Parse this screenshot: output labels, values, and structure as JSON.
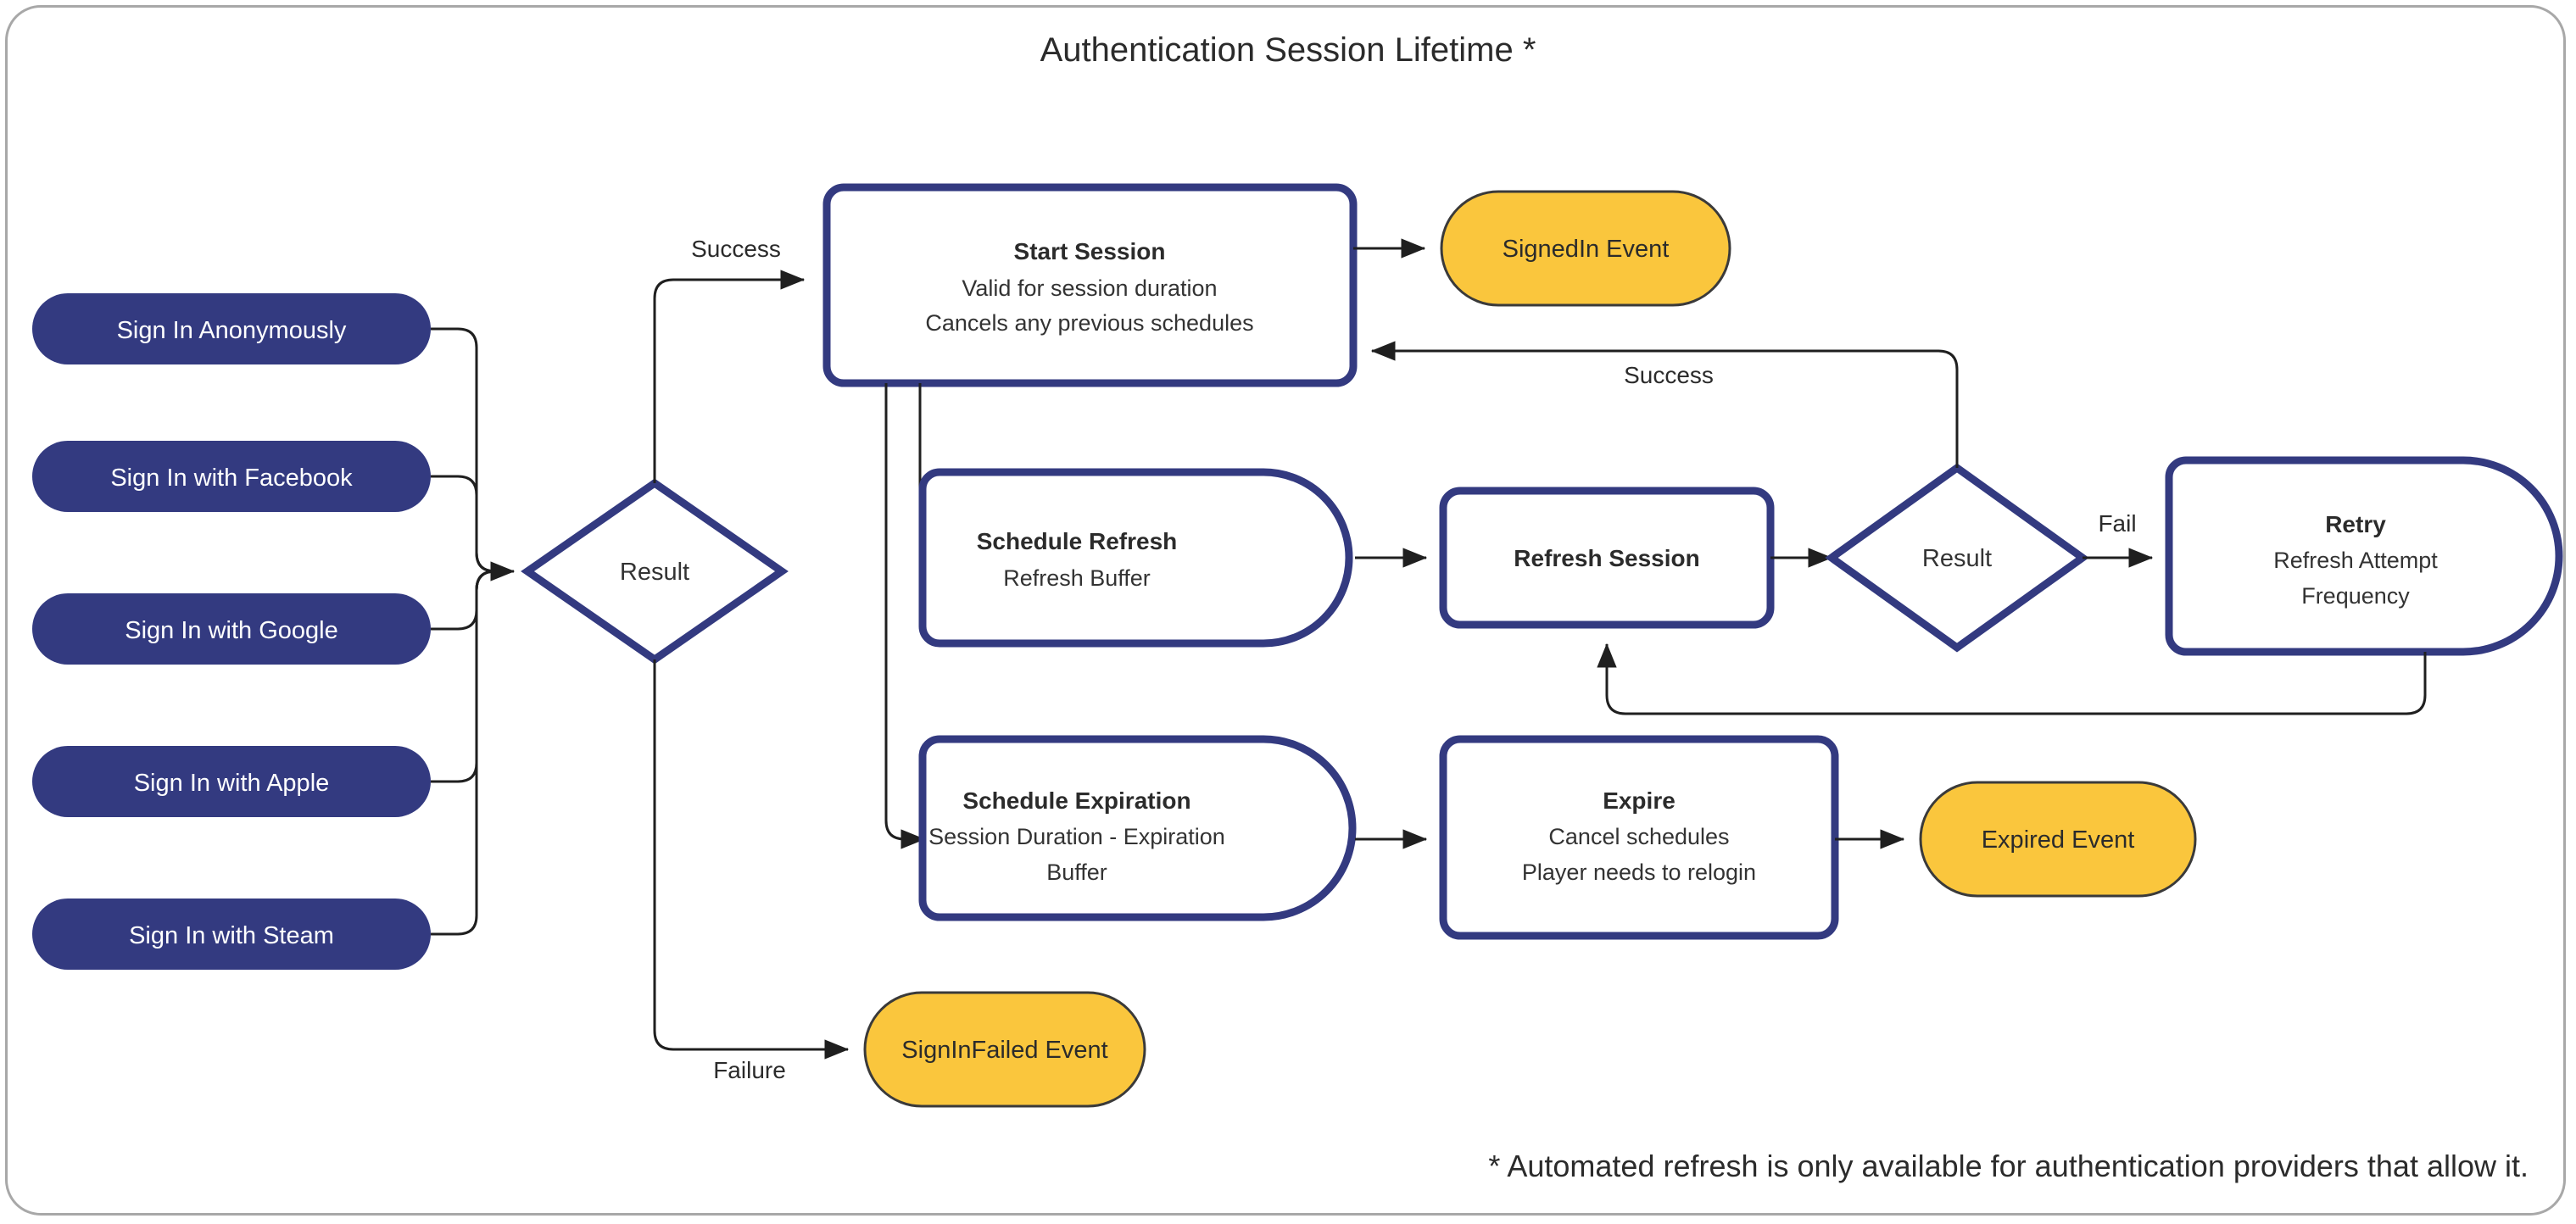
{
  "page": {
    "title": "Authentication Session Lifetime *",
    "footnote": "* Automated refresh is only available for authentication providers that allow it."
  },
  "colors": {
    "node_border": "#333a80",
    "pill_fill": "#333a80",
    "event_fill": "#fac63d",
    "event_border": "#3a3a3a",
    "edge": "#1f1f1f",
    "frame_border": "#a8a8a8",
    "background": "#ffffff"
  },
  "signin_methods": [
    {
      "label": "Sign In Anonymously"
    },
    {
      "label": "Sign In with Facebook"
    },
    {
      "label": "Sign In with Google"
    },
    {
      "label": "Sign In with Apple"
    },
    {
      "label": "Sign In with Steam"
    }
  ],
  "decisions": [
    {
      "id": "result-signin",
      "label": "Result"
    },
    {
      "id": "result-refresh",
      "label": "Result"
    }
  ],
  "process_nodes": [
    {
      "id": "start-session",
      "title": "Start Session",
      "lines": [
        "Valid for session duration",
        "Cancels any previous schedules"
      ],
      "shape": "rounded-rect"
    },
    {
      "id": "schedule-refresh",
      "title": "Schedule Refresh",
      "lines": [
        "Refresh Buffer"
      ],
      "shape": "delay"
    },
    {
      "id": "refresh-session",
      "title": "Refresh Session",
      "lines": [],
      "shape": "rounded-rect"
    },
    {
      "id": "retry",
      "title": "Retry",
      "lines": [
        "Refresh Attempt",
        "Frequency"
      ],
      "shape": "delay"
    },
    {
      "id": "schedule-expiration",
      "title": "Schedule Expiration",
      "lines": [
        "Session Duration - Expiration",
        "Buffer"
      ],
      "shape": "delay"
    },
    {
      "id": "expire",
      "title": "Expire",
      "lines": [
        "Cancel schedules",
        "Player needs to relogin"
      ],
      "shape": "rounded-rect"
    }
  ],
  "events": [
    {
      "id": "signedin-event",
      "label": "SignedIn Event"
    },
    {
      "id": "expired-event",
      "label": "Expired Event"
    },
    {
      "id": "signinfailed-event",
      "label": "SignInFailed Event"
    }
  ],
  "edge_labels": [
    {
      "id": "signin-success",
      "label": "Success"
    },
    {
      "id": "signin-failure",
      "label": "Failure"
    },
    {
      "id": "refresh-success",
      "label": "Success"
    },
    {
      "id": "refresh-fail",
      "label": "Fail"
    }
  ]
}
